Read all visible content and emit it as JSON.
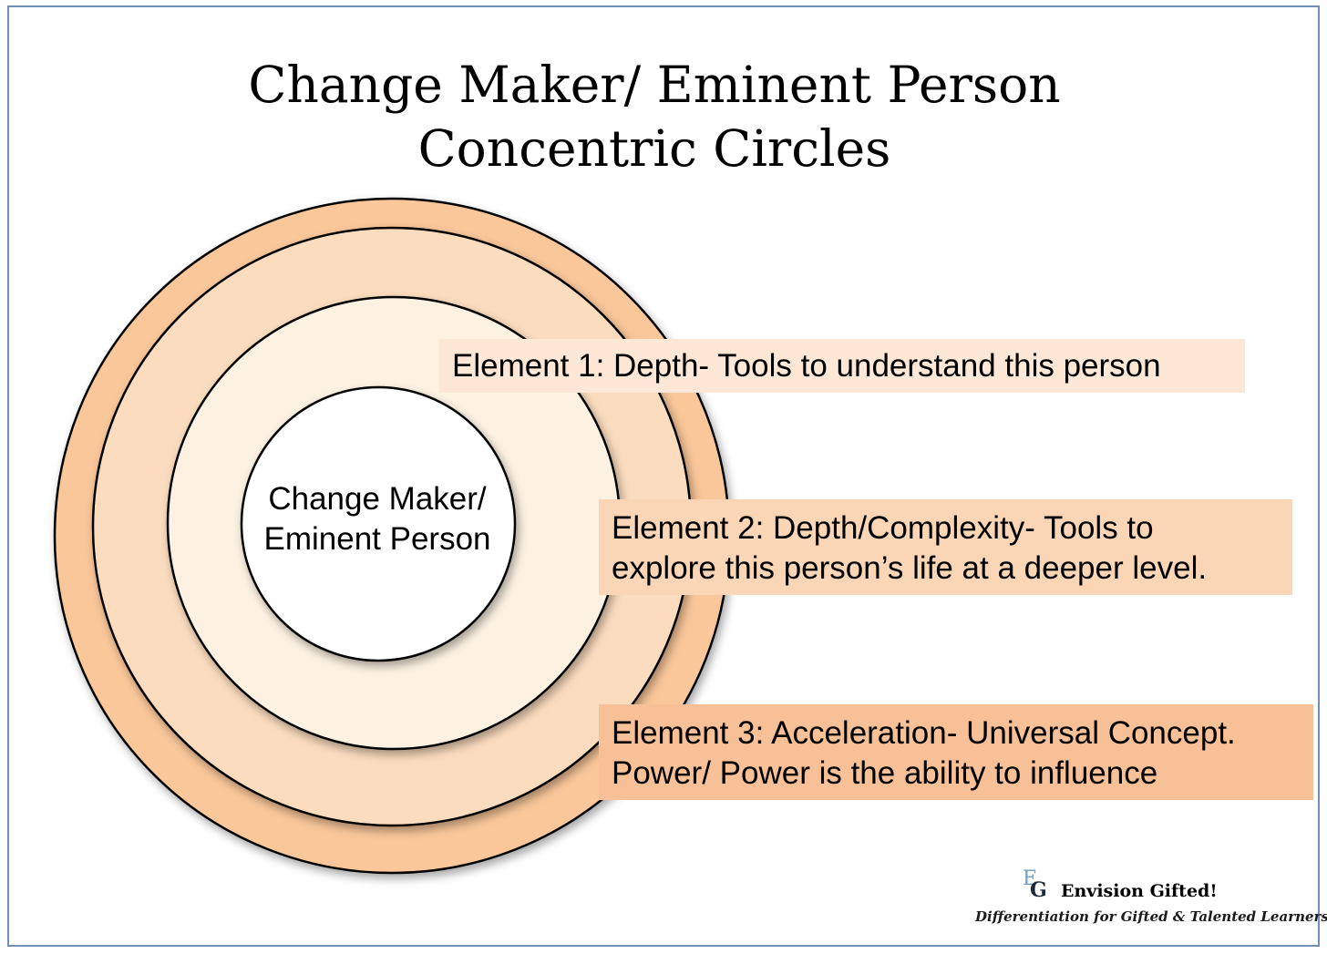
{
  "title": {
    "line1": "Change Maker/ Eminent Person",
    "line2": "Concentric Circles"
  },
  "rings": {
    "colors": [
      "#fac79a",
      "#fbdcbe",
      "#fdf2e2",
      "#ffffff"
    ],
    "stroke": "#000000"
  },
  "center": {
    "line1": "Change Maker/",
    "line2": "Eminent Person"
  },
  "elements": [
    {
      "line1": "Element 1: Depth- Tools to understand this person",
      "color": "#fde7d6"
    },
    {
      "line1": "Element 2: Depth/Complexity- Tools to",
      "line2": "explore this person’s life at a deeper level.",
      "color": "#fbd6b6"
    },
    {
      "line1": "Element 3: Acceleration- Universal Concept.",
      "line2": "Power/ Power is the ability to influence",
      "color": "#f8c097"
    }
  ],
  "brand": {
    "logo_letters": [
      "E",
      "G"
    ],
    "name": "Envision Gifted!",
    "tagline": "Differentiation for Gifted & Talented Learners"
  }
}
